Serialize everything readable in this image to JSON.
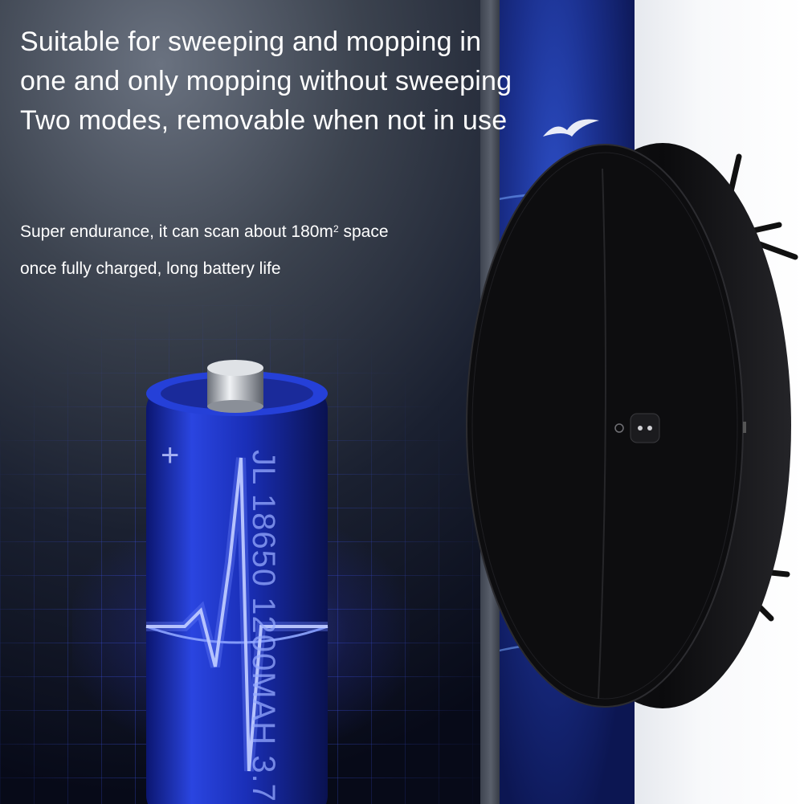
{
  "headline": "Suitable for sweeping and mopping in one and only mopping without sweeping Two modes, removable when not in use",
  "subtext": {
    "line1_before": "Super endurance, it can scan about 180m",
    "line1_sup": "2",
    "line1_after": " space",
    "line2": "once fully charged, long battery life"
  },
  "battery": {
    "printed_label": "JL 18650 1200MAH 3.7",
    "plus_symbol": "+"
  },
  "colors": {
    "battery_blue": "#1f35c8",
    "accent_glow": "#4a5cff",
    "robot_body": "#0b0b0d"
  }
}
